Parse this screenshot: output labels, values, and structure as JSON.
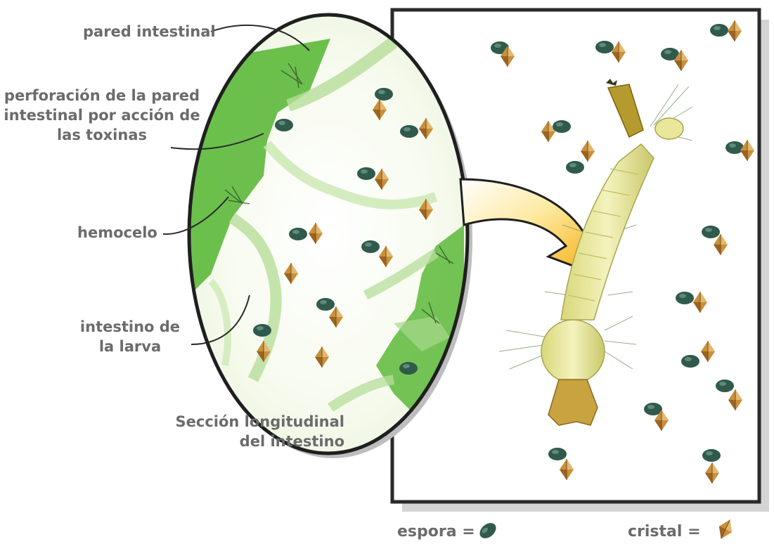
{
  "labels": {
    "pared_intestinal": "pared intestinal",
    "perforacion": [
      "perforación de la pared",
      "intestinal por acción de",
      "las toxinas"
    ],
    "hemocelo": "hemocelo",
    "intestino_larva": [
      "intestino de",
      "la larva"
    ],
    "seccion": [
      "Sección longitudinal",
      "del intestino"
    ]
  },
  "legend": {
    "espora": "espora =",
    "cristal": "cristal ="
  },
  "icons": {
    "spore": "spore-icon",
    "crystal": "crystal-icon",
    "larva": "mosquito-larva-icon",
    "arrow": "magnify-arrow-icon"
  },
  "colors": {
    "label_text": "#6b6b6b",
    "spore": "#2f5a4c",
    "crystal": "#c9903a",
    "gut_green": "#5cb83a",
    "larva": "#e8e79a",
    "frame": "#2a2a2a"
  }
}
